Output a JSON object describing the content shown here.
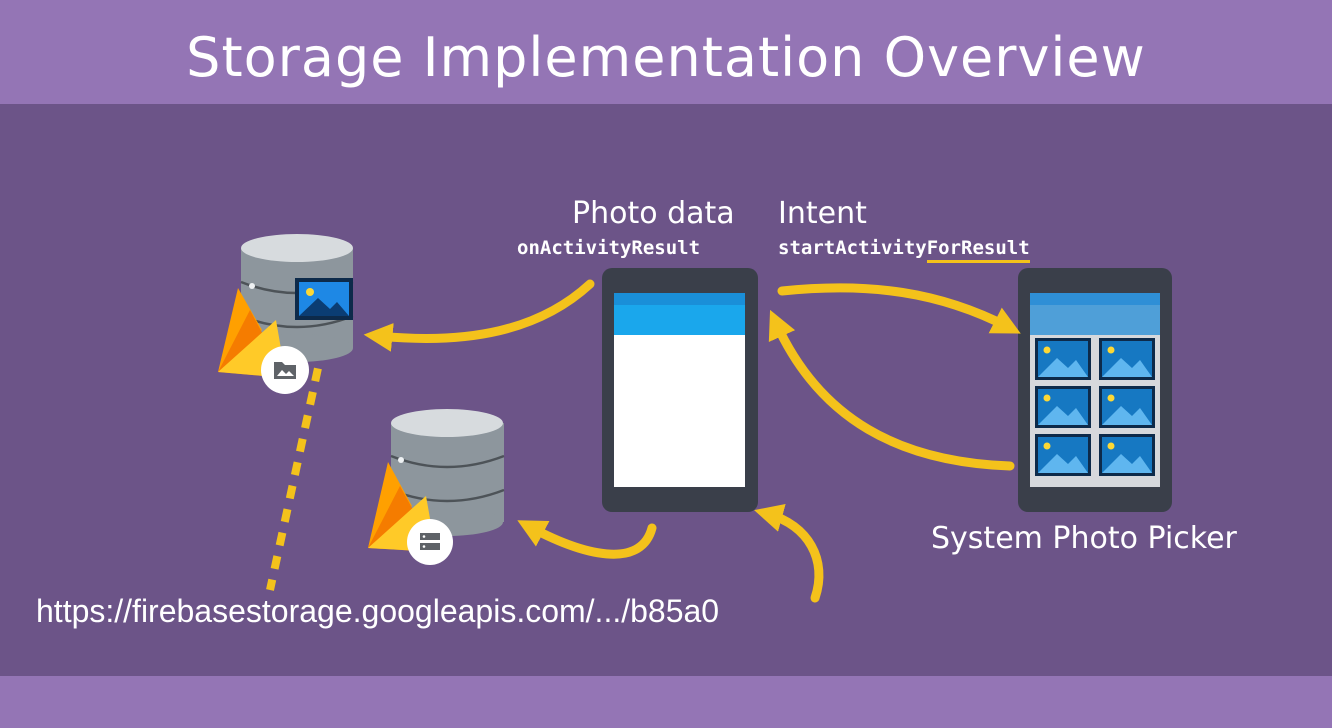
{
  "title": "Storage Implementation Overview",
  "labels": {
    "photo_data": "Photo data",
    "on_activity_result": "onActivityResult",
    "intent": "Intent",
    "start_activity_prefix": "startActivity",
    "start_activity_suffix": "ForResult",
    "system_photo_picker": "System Photo Picker",
    "storage_url": "https://firebasestorage.googleapis.com/.../b85a0"
  },
  "colors": {
    "background": "#6c5488",
    "header": "#9475b5",
    "arrow": "#f4c21b",
    "device_body": "#3a3f4a",
    "device_toolbar": "#1aa7ec",
    "picker_tile": "#1678c2",
    "database": "#9aa3aa",
    "firebase_yellow": "#ffca28",
    "firebase_orange": "#f57c00"
  },
  "icons": {
    "storage_database": "database-icon",
    "realtime_database": "database-icon",
    "firebase_logo": "firebase-flame-icon",
    "storage_badge": "image-folder-icon",
    "database_badge": "server-icon",
    "photo": "image-icon"
  }
}
